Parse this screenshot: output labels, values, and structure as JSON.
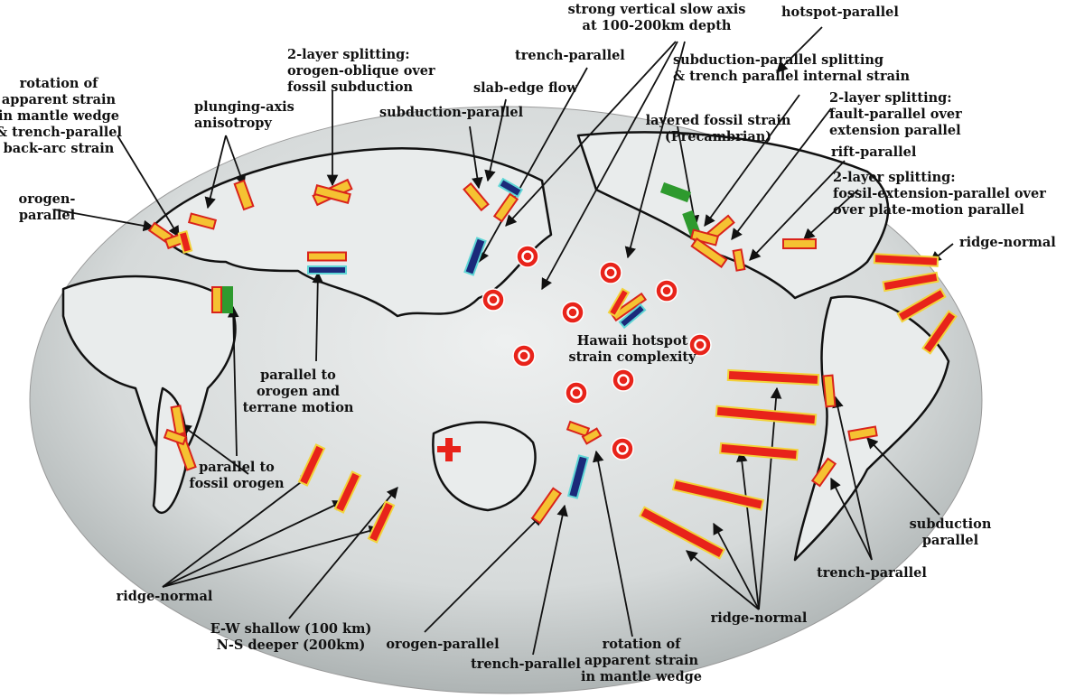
{
  "colors": {
    "fast_axis_fill": "#f5c232",
    "fast_axis_border": "#d9231b",
    "ridge_fill": "#e8231a",
    "ridge_border": "#f2d33a",
    "fossil": "#2e9a2e",
    "deep": "#1b2a7a",
    "deep_border": "#5fd6d6",
    "ocean_map": "#d9dcdc",
    "continent_outline": "#111111"
  },
  "labels": {
    "rotation_wedge_left": [
      "rotation of",
      "apparent strain",
      "in mantle wedge",
      "& trench-parallel",
      "back-arc strain"
    ],
    "orogen_parallel_left": [
      "orogen-",
      "parallel"
    ],
    "plunging_axis": [
      "plunging-axis",
      "anisotropy"
    ],
    "two_layer_orogen": [
      "2-layer splitting:",
      "orogen-oblique over",
      "fossil subduction"
    ],
    "slab_edge": [
      "slab-edge flow"
    ],
    "trench_parallel_top": [
      "trench-parallel"
    ],
    "subduction_parallel_top": [
      "subduction-parallel"
    ],
    "vertical_slow": [
      "strong vertical slow axis",
      "at 100-200km depth"
    ],
    "hotspot_parallel": [
      "hotspot-parallel"
    ],
    "subduction_splitting": [
      "subduction-parallel splitting",
      "& trench parallel internal strain"
    ],
    "layered_fossil": [
      "layered fossil strain",
      "(Precambrian)"
    ],
    "two_layer_fault": [
      "2-layer splitting:",
      "fault-parallel over",
      "extension parallel"
    ],
    "rift_parallel": [
      "rift-parallel"
    ],
    "two_layer_fossil_ext": [
      "2-layer splitting:",
      "fossil-extension-parallel over",
      "over plate-motion parallel"
    ],
    "ridge_normal_right": [
      "ridge-normal"
    ],
    "hawaii": [
      "Hawaii hotspot",
      "strain complexity"
    ],
    "orogen_terrane": [
      "parallel to",
      "orogen and",
      "terrane motion"
    ],
    "fossil_orogen": [
      "parallel to",
      "fossil orogen"
    ],
    "ridge_normal_left": [
      "ridge-normal"
    ],
    "ew_ns": [
      "E-W shallow (100 km)",
      "N-S deeper (200km)"
    ],
    "orogen_parallel_bottom": [
      "orogen-parallel"
    ],
    "trench_parallel_bottom": [
      "trench-parallel"
    ],
    "rotation_wedge_bottom": [
      "rotation of",
      "apparent strain",
      "in mantle wedge"
    ],
    "ridge_normal_bottom": [
      "ridge-normal"
    ],
    "trench_parallel_right": [
      "trench-parallel"
    ],
    "subduction_parallel_right": [
      "subduction",
      "parallel"
    ]
  }
}
